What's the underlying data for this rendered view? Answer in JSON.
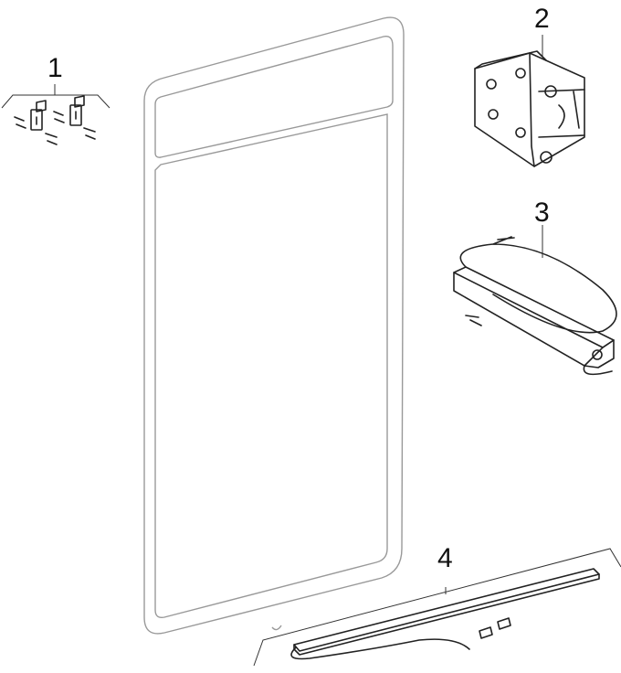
{
  "diagram": {
    "parts": [
      {
        "number": "1",
        "name": "wall-mounting-kit"
      },
      {
        "number": "2",
        "name": "mounting-bracket"
      },
      {
        "number": "3",
        "name": "transformer"
      },
      {
        "number": "4",
        "name": "led-strip"
      }
    ],
    "colors": {
      "line": "#222222",
      "background": "#ffffff",
      "panel": "#999999"
    }
  }
}
